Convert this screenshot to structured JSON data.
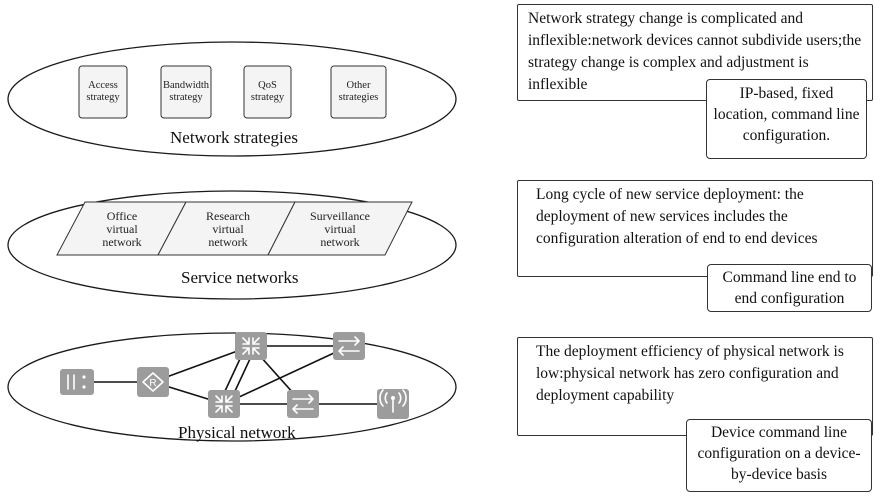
{
  "network_strategies": {
    "label": "Network strategies",
    "items": [
      {
        "line1": "Access",
        "line2": "strategy"
      },
      {
        "line1": "Bandwidth",
        "line2": "strategy"
      },
      {
        "line1": "QoS",
        "line2": "strategy"
      },
      {
        "line1": "Other",
        "line2": "strategies"
      }
    ]
  },
  "service_networks": {
    "label": "Service networks",
    "items": [
      {
        "line1": "Office",
        "line2": "virtual",
        "line3": "network"
      },
      {
        "line1": "Research",
        "line2": "virtual",
        "line3": "network"
      },
      {
        "line1": "Surveillance",
        "line2": "virtual",
        "line3": "network"
      }
    ]
  },
  "physical_network": {
    "label": "Physical network",
    "devices": [
      "server-icon",
      "router-icon",
      "core-switch-icon",
      "core-switch-icon",
      "switch-icon",
      "switch-icon",
      "wireless-ap-icon"
    ]
  },
  "panels": [
    {
      "text": "Network strategy change is complicated and inflexible:network devices cannot subdivide users;the strategy change is complex and adjustment is inflexible",
      "callout": "IP-based, fixed location, command line configuration."
    },
    {
      "text": "Long cycle of new service deployment: the deployment of new services includes the configuration alteration of end to end devices",
      "callout": "Command line end to end configuration"
    },
    {
      "text": "The deployment efficiency of physical network is low:physical network has zero configuration and deployment capability",
      "callout": "Device command line configuration on a device-by-device basis"
    }
  ],
  "colors": {
    "device": "#9c9c9c",
    "box_fill": "#f4f4f4",
    "line": "#111111"
  }
}
